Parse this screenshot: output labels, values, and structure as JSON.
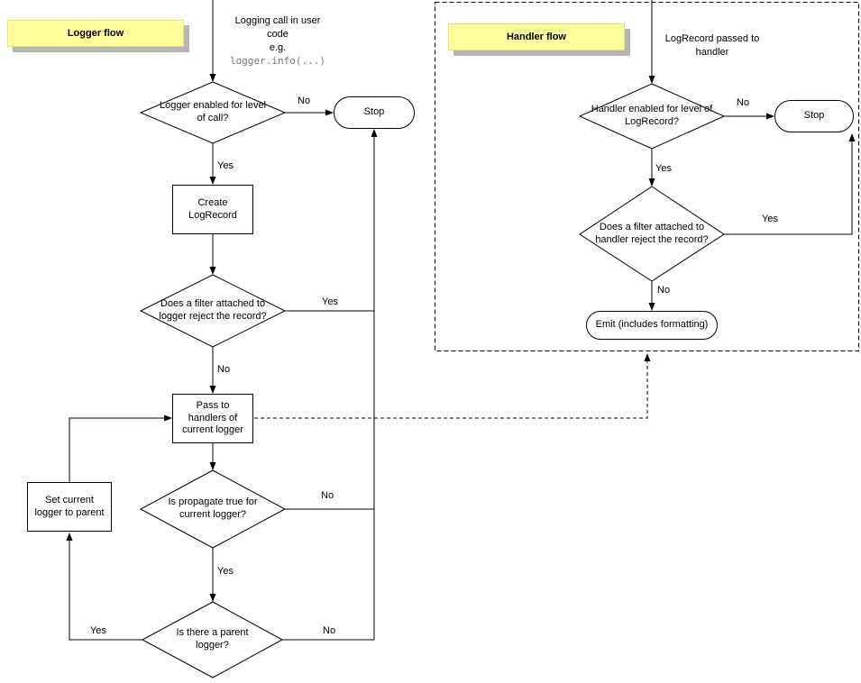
{
  "labels": {
    "yes": "Yes",
    "no": "No"
  },
  "logger_flow": {
    "title": "Logger flow",
    "entry_line1": "Logging call in user code",
    "entry_line2": "e.g.",
    "entry_code": "logger.info(...)",
    "decision_enabled": "Logger enabled for level of call?",
    "stop": "Stop",
    "create_record": "Create LogRecord",
    "decision_filter": "Does a filter attached to logger reject the record?",
    "pass_handlers": "Pass to handlers of current logger",
    "decision_propagate": "Is propagate true for current logger?",
    "decision_parent": "Is there a parent logger?",
    "set_parent": "Set current logger to parent"
  },
  "handler_flow": {
    "title": "Handler flow",
    "entry": "LogRecord passed to handler",
    "decision_enabled": "Handler enabled for level of LogRecord?",
    "stop": "Stop",
    "decision_filter": "Does a filter attached to handler reject the record?",
    "emit": "Emit (includes formatting)"
  }
}
